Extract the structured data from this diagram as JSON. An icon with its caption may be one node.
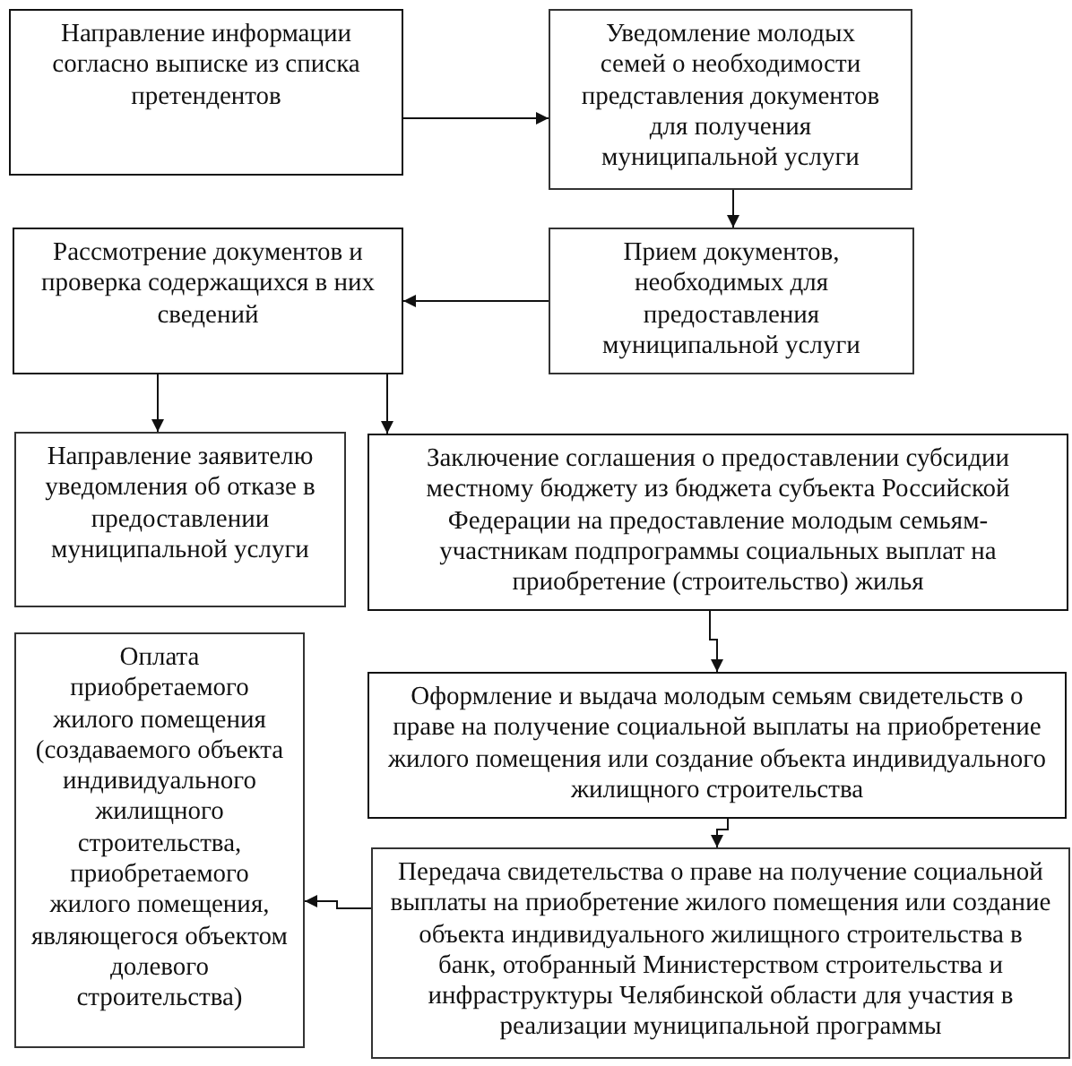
{
  "diagram": {
    "nodes": [
      {
        "text": [
          "Направление информации согласно выписке из списка претендентов"
        ]
      },
      {
        "text": [
          "Уведомление молодых семей о необходимости представления документов для получения муниципальной услуги"
        ]
      },
      {
        "text": [
          "Рассмотрение документов и проверка содержащихся в них сведений"
        ]
      },
      {
        "text": [
          "Прием документов, необходимых для предоставления муниципальной услуги"
        ]
      },
      {
        "text": [
          "Направление заявителю уведомления об отказе в предоставлении муниципальной услуги"
        ]
      },
      {
        "text": [
          "Заключение соглашения о предоставлении субсидии местному бюджету из бюджета субъекта Российской Федерации на предоставление молодым семьям-участникам подпрограммы социальных выплат на приобретение (строительство) жилья"
        ]
      },
      {
        "text": [
          "Оплата приобретаемого жилого помещения (создаваемого объекта индивидуального жилищного строительства, приобретаемого жилого помещения, являющегося объектом долевого строительства)"
        ]
      },
      {
        "text": [
          "Оформление и выдача молодым семьям свидетельств о праве на получение социальной выплаты на приобретение жилого помещения или создание объекта индивидуального жилищного строительства"
        ]
      },
      {
        "text": [
          "Передача свидетельства о праве на получение социальной выплаты на приобретение жилого помещения или создание объекта индивидуального жилищного строительства в банк, отобранный Министерством строительства и инфраструктуры Челябинской области для участия в реализации муниципальной программы"
        ]
      }
    ],
    "edges": [
      {
        "from": 0,
        "to": 1,
        "arrow": "to"
      },
      {
        "from": 1,
        "to": 3,
        "arrow": "to"
      },
      {
        "from": 3,
        "to": 2,
        "arrow": "to"
      },
      {
        "from": 2,
        "to": 4,
        "arrow": "to"
      },
      {
        "from": 2,
        "to": 5,
        "arrow": "to"
      },
      {
        "from": 5,
        "to": 7,
        "arrow": "to"
      },
      {
        "from": 7,
        "to": 8,
        "arrow": "to"
      },
      {
        "from": 8,
        "to": 6,
        "arrow": "to"
      }
    ]
  }
}
